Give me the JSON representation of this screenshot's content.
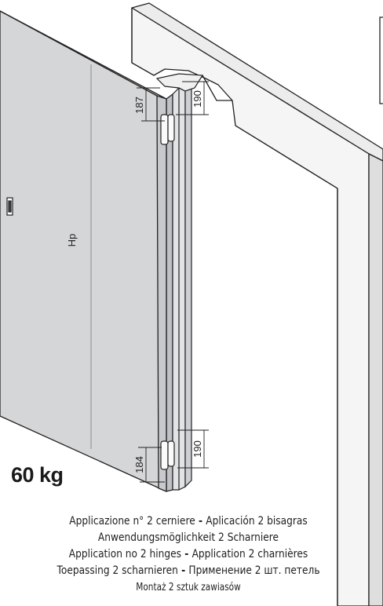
{
  "dimensions": {
    "top_left": "187",
    "top_right": "190",
    "bottom_left": "184",
    "bottom_right": "190",
    "height_label": "Hp"
  },
  "weight": "60 kg",
  "captions": {
    "line1_a": "Applicazione n° 2 cerniere",
    "line1_sep": " - ",
    "line1_b": "Aplicación 2 bisagras",
    "line2": "Anwendungsmöglichkeit 2 Scharniere",
    "line3_a": "Application no 2 hinges",
    "line3_sep": " - ",
    "line3_b": "Application 2 charnières",
    "line4_a": "Toepassing 2 scharnieren",
    "line4_sep": " - ",
    "line4_b": "Применение 2 шт. петель",
    "line5": "Montaż 2 sztuk zawiasów"
  },
  "colors": {
    "door_panel": "#d6d7d9",
    "door_edge": "#bfc1c4",
    "frame": "#f4f4f4",
    "frame_shade": "#dcdcdc",
    "outline": "#222222"
  }
}
